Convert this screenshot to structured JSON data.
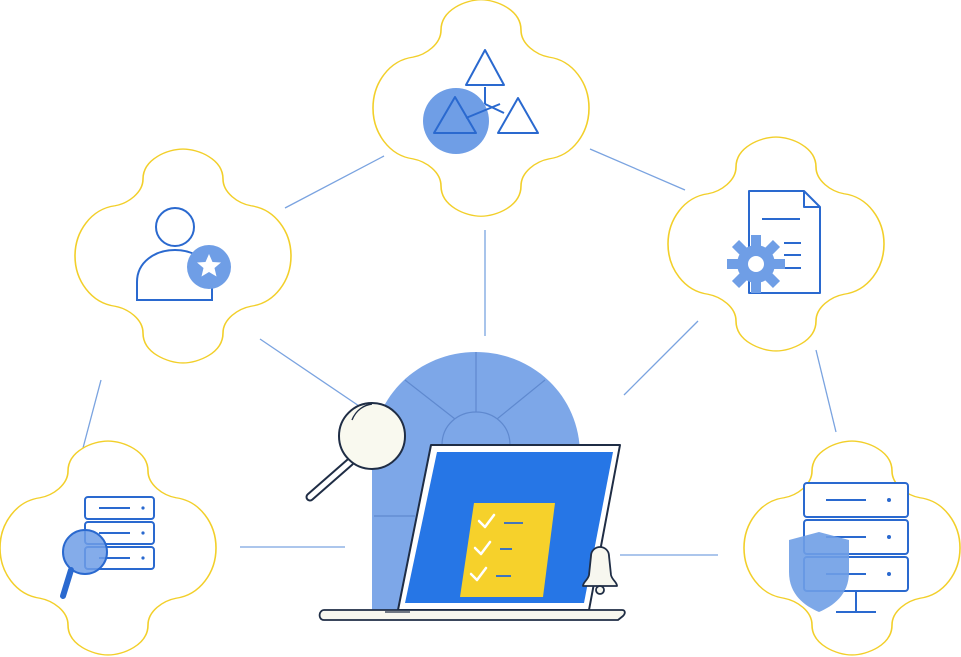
{
  "colors": {
    "background": "#ffffff",
    "cloud_outline": "#f2cf2a",
    "connector": "#7aa3e0",
    "icon_stroke": "#2a69cf",
    "icon_fill": "#6f9ee6",
    "dome": "#7da7e8",
    "laptop_screen": "#2676e6",
    "laptop_outline": "#1f2d45",
    "laptop_base": "#f7f7ef",
    "checklist": "#f6d12b",
    "magnifier_lens": "#f9f9ef"
  },
  "nodes": [
    {
      "id": "node-shapes",
      "icon": "shapes-network-icon"
    },
    {
      "id": "node-user",
      "icon": "user-star-icon"
    },
    {
      "id": "node-document",
      "icon": "document-gear-icon"
    },
    {
      "id": "node-server-search",
      "icon": "server-search-icon"
    },
    {
      "id": "node-server-shield",
      "icon": "server-shield-icon"
    }
  ],
  "center": {
    "icon": "laptop-checklist-icon",
    "checklist_items": 3,
    "accessories": [
      "magnifier-icon",
      "bell-icon"
    ]
  }
}
